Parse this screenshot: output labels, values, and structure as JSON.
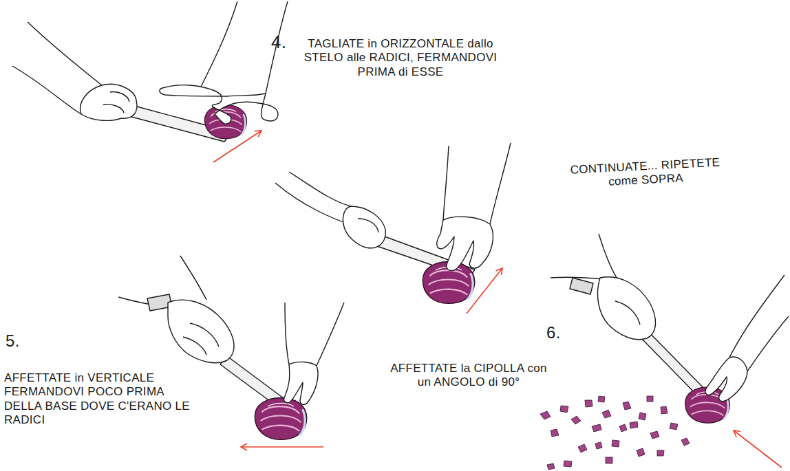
{
  "diagram": {
    "labels": [
      "4.",
      "TAGLIATE in ORIZZONTALE dallo STELO alle RADICI, FERMANDOVI PRIMA di ESSE",
      "CONTINUATE... RIPETETE come SOPRA",
      "5.",
      "AFFETTATE in VERTICALE FERMANDOVI POCO PRIMA DELLA BASE DOVE C'ERANO LE RADICI",
      "6.",
      "AFFETTATE la CIPOLLA con un ANGOLO di 90°"
    ]
  }
}
